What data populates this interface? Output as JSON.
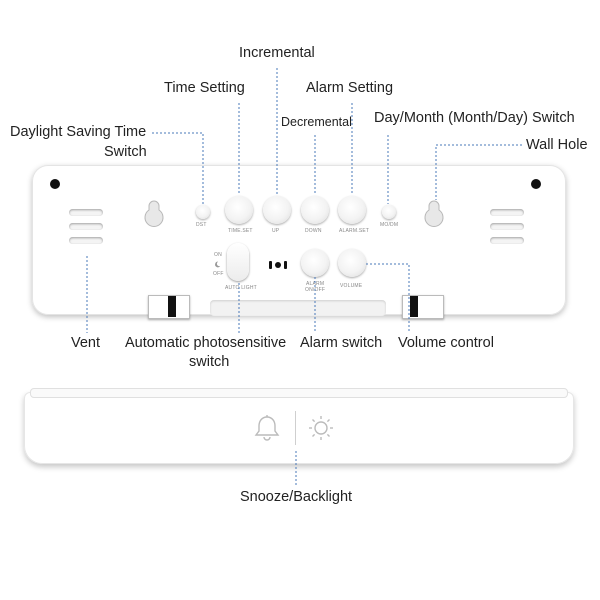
{
  "labels": {
    "incremental": "Incremental",
    "time_setting": "Time Setting",
    "alarm_setting": "Alarm Setting",
    "decremental": "Decremental",
    "dst_line1": "Daylight Saving Time",
    "dst_line2": "Switch",
    "day_month": "Day/Month (Month/Day) Switch",
    "wall_hole": "Wall Hole",
    "vent": "Vent",
    "auto_photo_line1": "Automatic photosensitive",
    "auto_photo_line2": "switch",
    "alarm_switch": "Alarm switch",
    "volume_control": "Volume control",
    "snooze_backlight": "Snooze/Backlight"
  },
  "device_text": {
    "dst": "DST",
    "time_set": "TIME.SET",
    "up": "UP",
    "down": "DOWN",
    "alarm_set": "ALARM.SET",
    "mo_dm": "MO/DM",
    "on": "ON",
    "off": "OFF",
    "auto_light": "AUTO LIGHT",
    "alarm_onoff_line1": "ALARM",
    "alarm_onoff_line2": "ON/OFF",
    "volume": "VOLUME"
  },
  "icons": {
    "snooze": "bell-icon",
    "backlight": "sun-icon",
    "moon": "moon-icon"
  },
  "colors": {
    "leader_line": "#4a78b8",
    "device_body": "#ffffff",
    "text": "#222222"
  }
}
